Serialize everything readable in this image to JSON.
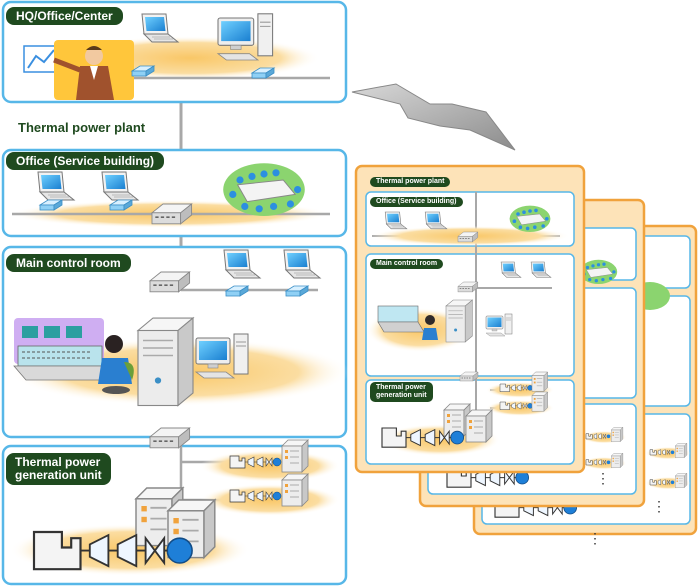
{
  "colors": {
    "panel_border": "#57b7e8",
    "stack_border": "#f0a23c",
    "stack_fill": "#fde3b8",
    "label_bg": "#1f4a1f",
    "network_line": "#a8a8a8",
    "glow": "#f7c56b"
  },
  "labels": {
    "hq": "HQ/Office/Center",
    "thermal_power_plant": "Thermal power plant",
    "office": "Office (Service building)",
    "main_control_room": "Main control room",
    "generation_unit_line1": "Thermal power",
    "generation_unit_line2": "generation unit"
  },
  "stack_labels": {
    "thermal_power_plant": "Thermal power plant",
    "office": "Office (Service building)",
    "main_control_room": "Main control room",
    "generation_unit_line1": "Thermal power",
    "generation_unit_line2": "generation unit"
  },
  "ellipsis": "⋮",
  "icons": [
    "presenter-icon",
    "desktop-computer-icon",
    "laptop-icon",
    "meeting-table-icon",
    "network-switch-icon",
    "server-tower-icon",
    "operator-console-icon",
    "boiler-turbine-icon",
    "lightning-link-icon"
  ]
}
